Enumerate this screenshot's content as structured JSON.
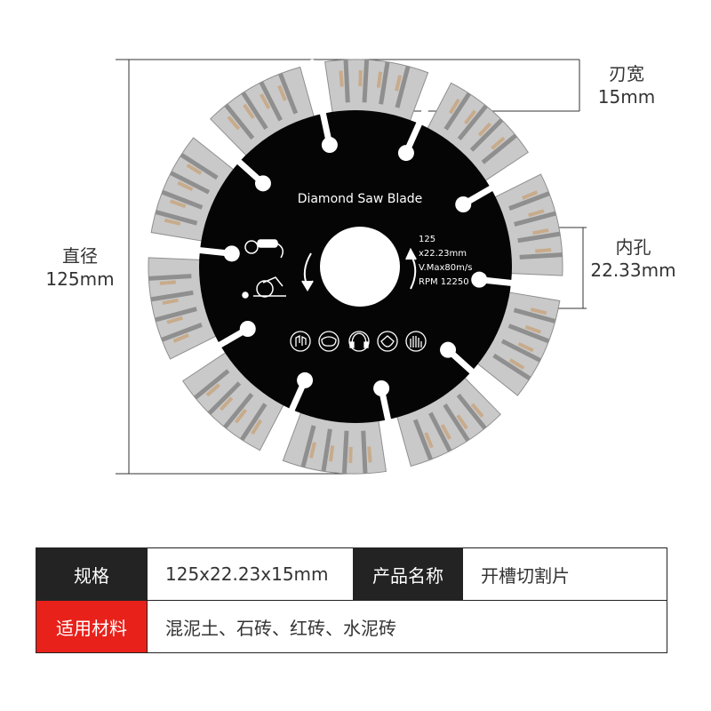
{
  "dimensions": {
    "blade_width_label": "刃宽",
    "blade_width_value": "15mm",
    "bore_label": "内孔",
    "bore_value": "22.33mm",
    "diameter_label": "直径",
    "diameter_value": "125mm"
  },
  "blade": {
    "title": "Diamond Saw Blade",
    "spec_lines": [
      "125",
      "x22.23mm",
      "V.Max80m/s",
      "RPM 12250"
    ]
  },
  "spec_table": {
    "spec_header": "规格",
    "spec_value": "125x22.23x15mm",
    "name_header": "产品名称",
    "name_value": "开槽切割片",
    "material_header": "适用材料",
    "material_value": "混泥土、石砖、红砖、水泥砖"
  },
  "colors": {
    "blade_core": "#050505",
    "segment": "#c9c9c9",
    "segment_dark": "#8f8f8f",
    "segment_tan": "#c8ab8b",
    "table_dark": "#232323",
    "table_red": "#e8211b"
  },
  "icons": [
    "angle-grinder-icon",
    "circular-saw-icon",
    "gloves-safety-icon",
    "goggles-safety-icon",
    "ear-protection-icon",
    "mask-safety-icon",
    "glove-icon"
  ]
}
